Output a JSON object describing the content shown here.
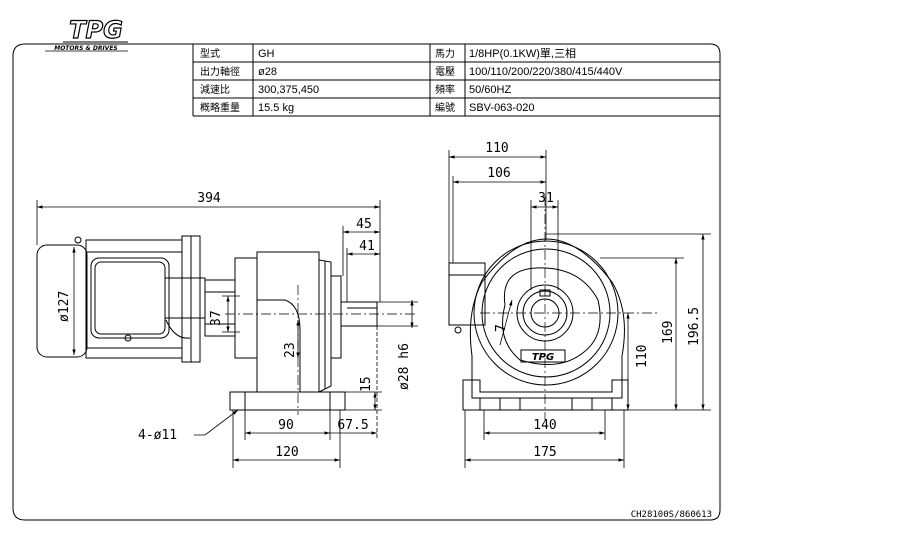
{
  "logo": {
    "brand": "TPG",
    "tagline": "MOTORS & DRIVES"
  },
  "specs": {
    "rows": [
      {
        "l1": "型式",
        "v1": "GH",
        "l2": "馬力",
        "v2": "1/8HP(0.1KW)單,三相"
      },
      {
        "l1": "出力軸徑",
        "v1": "ø28",
        "l2": "電壓",
        "v2": "100/110/200/220/380/415/440V"
      },
      {
        "l1": "減速比",
        "v1": "300,375,450",
        "l2": "頻率",
        "v2": "50/60HZ"
      },
      {
        "l1": "概略重量",
        "v1": "15.5 kg",
        "l2": "編號",
        "v2": "SBV-063-020"
      }
    ]
  },
  "dimensions": {
    "overall_length": "394",
    "shaft_45": "45",
    "shaft_41": "41",
    "motor_dia": "ø127",
    "dim_37": "37",
    "dim_23": "23",
    "shaft_dia": "ø28 h6",
    "dim_15": "15",
    "dim_90": "90",
    "dim_67_5": "67.5",
    "dim_120": "120",
    "mount_holes": "4-ø11",
    "top_110": "110",
    "top_106": "106",
    "key_31": "31",
    "key_7": "7",
    "height_110": "110",
    "height_169": "169",
    "height_196_5": "196.5",
    "base_140": "140",
    "base_175": "175"
  },
  "drawing_code": "CH28100S/860613"
}
